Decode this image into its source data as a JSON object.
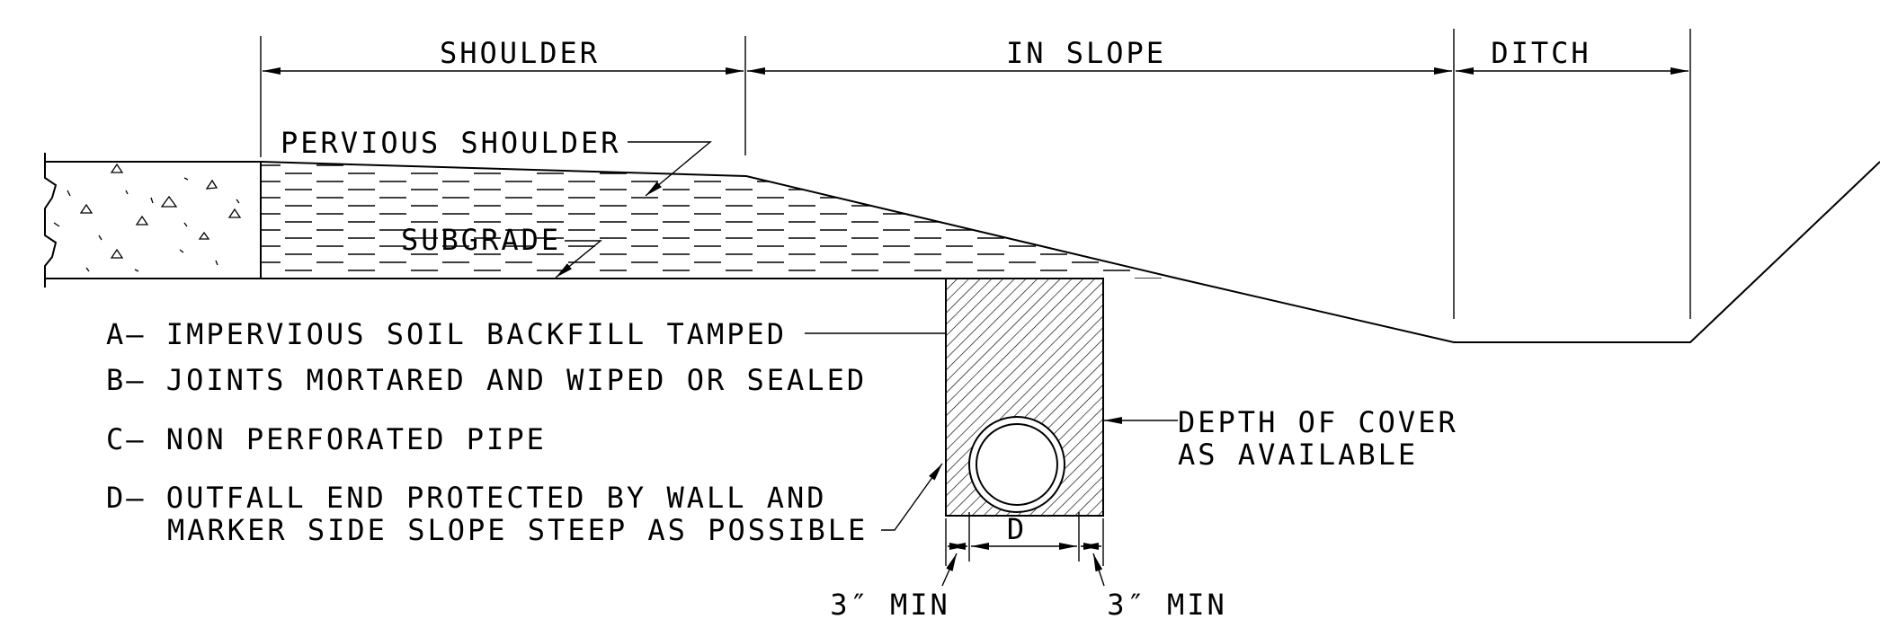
{
  "dimensions": {
    "shoulder": "SHOULDER",
    "in_slope": "IN SLOPE",
    "ditch": "DITCH"
  },
  "labels": {
    "pervious_shoulder": "PERVIOUS SHOULDER",
    "subgrade": "SUBGRADE",
    "depth_line1": "DEPTH OF COVER",
    "depth_line2": "AS AVAILABLE",
    "pipe_diameter": "D",
    "min_left": "3″ MIN",
    "min_right": "3″ MIN"
  },
  "notes": [
    {
      "text": "A— IMPERVIOUS SOIL BACKFILL TAMPED"
    },
    {
      "text": "B— JOINTS MORTARED AND WIPED OR SEALED"
    },
    {
      "text": "C— NON PERFORATED PIPE"
    },
    {
      "text": "D— OUTFALL END PROTECTED BY WALL AND"
    },
    {
      "text": "MARKER SIDE SLOPE STEEP AS POSSIBLE"
    }
  ]
}
